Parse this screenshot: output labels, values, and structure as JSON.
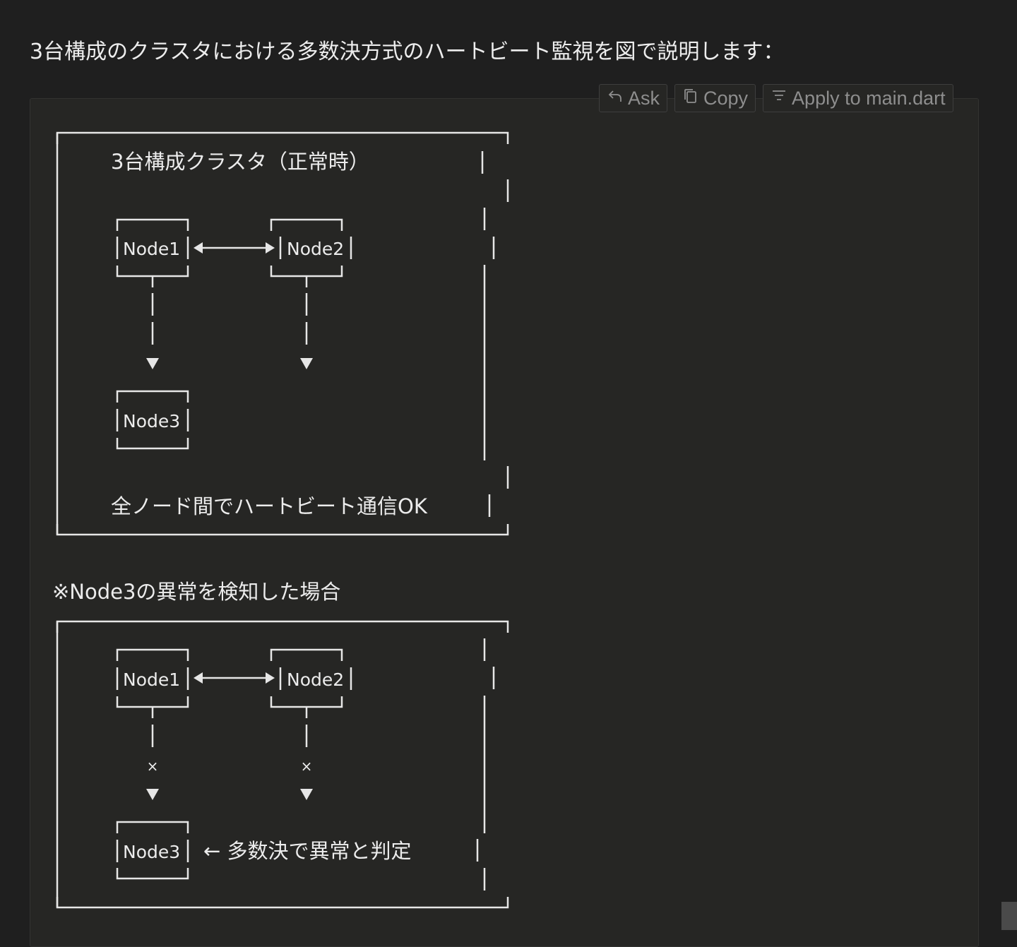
{
  "message": {
    "intro_text": "3台構成のクラスタにおける多数決方式のハートビート監視を図で説明します："
  },
  "code_actions": {
    "ask_label": "Ask",
    "copy_label": "Copy",
    "apply_label": "Apply to main.dart",
    "icons": [
      "reply-arrow-icon",
      "copy-icon",
      "apply-filter-icon"
    ]
  },
  "diagram_normal": {
    "title": "3台構成クラスタ（正常時）",
    "node1": "Node1",
    "node2": "Node2",
    "node3": "Node3",
    "footer": "全ノード間でハートビート通信OK"
  },
  "diagram_failure": {
    "caption": "※Node3の異常を検知した場合",
    "node1": "Node1",
    "node2": "Node2",
    "node3": "Node3",
    "fail_mark": "×",
    "verdict": "← 多数決で異常と判定"
  },
  "colors": {
    "background": "#1f1f1f",
    "code_background": "#262624",
    "text": "#ececec",
    "muted": "#8e8e8e"
  }
}
